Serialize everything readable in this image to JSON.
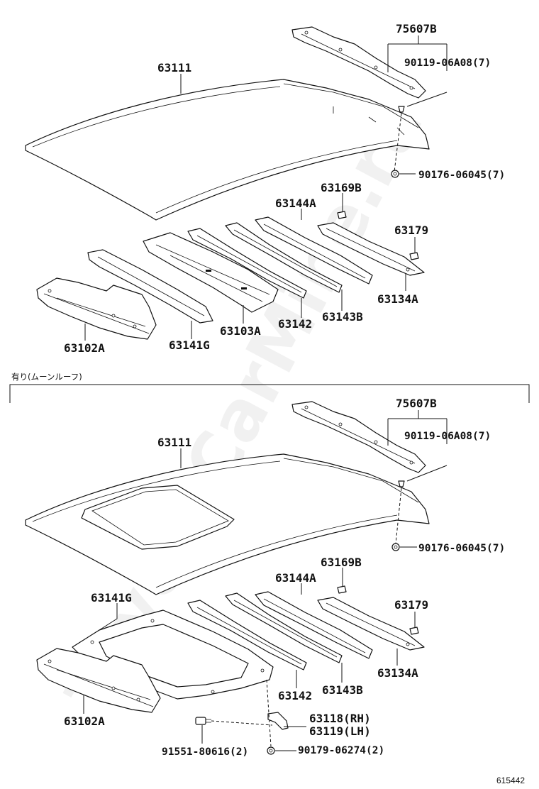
{
  "watermark": "ToyotaCarMine.ru",
  "figure_id": "615442",
  "variant_caption": "有り(ムーンルーフ)",
  "top_section": {
    "labels": [
      {
        "id": "t-75607b",
        "text": "75607B"
      },
      {
        "id": "t-90119",
        "text": "90119-06A08(7)"
      },
      {
        "id": "t-63111",
        "text": "63111"
      },
      {
        "id": "t-90176",
        "text": "90176-06045(7)"
      },
      {
        "id": "t-63169b",
        "text": "63169B"
      },
      {
        "id": "t-63144a",
        "text": "63144A"
      },
      {
        "id": "t-63179",
        "text": "63179"
      },
      {
        "id": "t-63134a",
        "text": "63134A"
      },
      {
        "id": "t-63143b",
        "text": "63143B"
      },
      {
        "id": "t-63142",
        "text": "63142"
      },
      {
        "id": "t-63103a",
        "text": "63103A"
      },
      {
        "id": "t-63141g",
        "text": "63141G"
      },
      {
        "id": "t-63102a",
        "text": "63102A"
      }
    ]
  },
  "bottom_section": {
    "labels": [
      {
        "id": "b-75607b",
        "text": "75607B"
      },
      {
        "id": "b-90119",
        "text": "90119-06A08(7)"
      },
      {
        "id": "b-63111",
        "text": "63111"
      },
      {
        "id": "b-90176",
        "text": "90176-06045(7)"
      },
      {
        "id": "b-63169b",
        "text": "63169B"
      },
      {
        "id": "b-63144a",
        "text": "63144A"
      },
      {
        "id": "b-63141g",
        "text": "63141G"
      },
      {
        "id": "b-63179",
        "text": "63179"
      },
      {
        "id": "b-63134a",
        "text": "63134A"
      },
      {
        "id": "b-63142",
        "text": "63142"
      },
      {
        "id": "b-63143b",
        "text": "63143B"
      },
      {
        "id": "b-63102a",
        "text": "63102A"
      },
      {
        "id": "b-63118",
        "text": "63118(RH)"
      },
      {
        "id": "b-63119",
        "text": "63119(LH)"
      },
      {
        "id": "b-91551",
        "text": "91551-80616(2)"
      },
      {
        "id": "b-90179",
        "text": "90179-06274(2)"
      }
    ]
  }
}
